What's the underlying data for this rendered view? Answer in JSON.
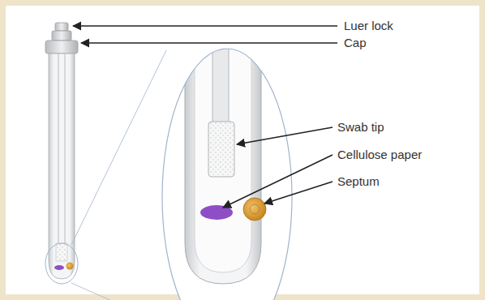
{
  "diagram": {
    "labels": [
      "Luer lock",
      "Cap",
      "Swab tip",
      "Cellulose paper",
      "Septum"
    ]
  }
}
